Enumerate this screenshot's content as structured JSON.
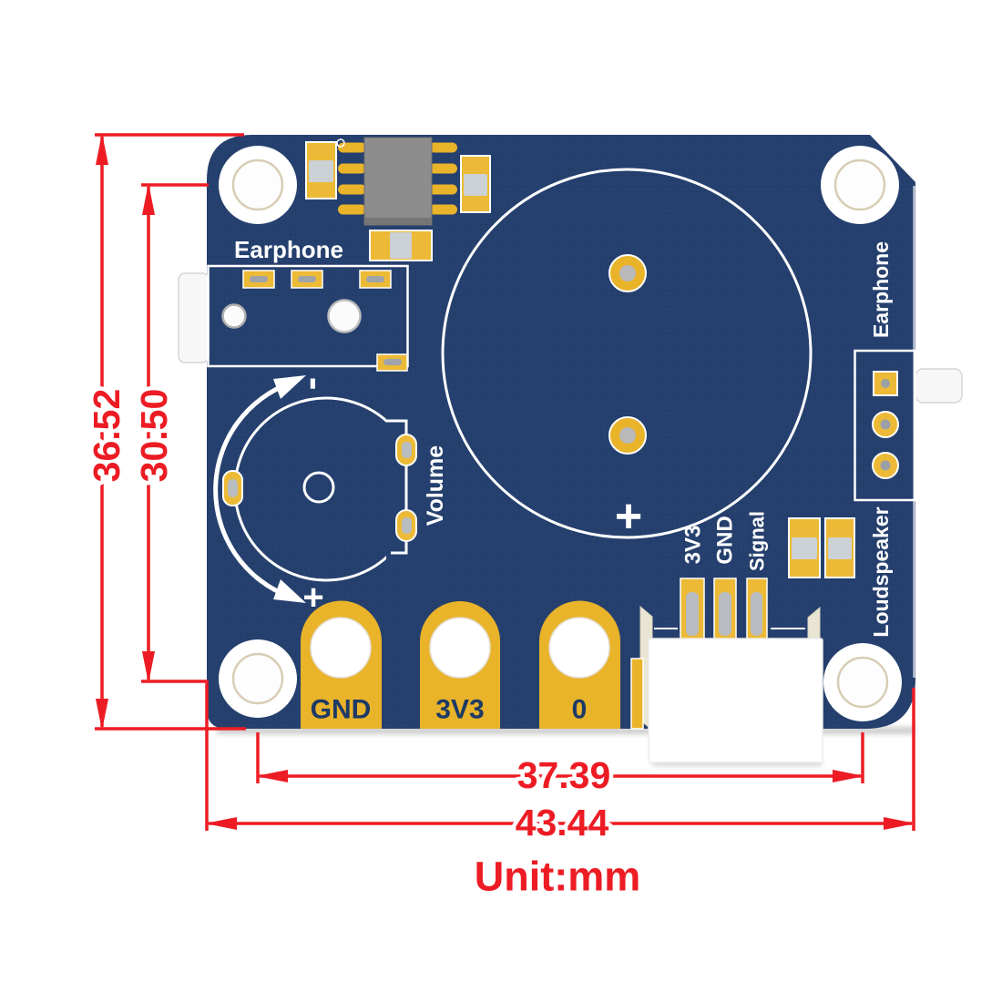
{
  "dimensions": {
    "height_outer": "36.52",
    "height_holes": "30.50",
    "width_holes": "37.39",
    "width_outer": "43.44",
    "unit_note": "Unit:mm"
  },
  "silkscreen": {
    "earphone_top": "Earphone",
    "earphone_right": "Earphone",
    "volume": "Volume",
    "loudspeaker": "Loudspeaker",
    "pin_labels": [
      "3V3",
      "GND",
      "Signal"
    ],
    "pad_labels": [
      "GND",
      "3V3",
      "0"
    ],
    "plus": "+",
    "minus": "-"
  },
  "icons": {
    "volume-rotation-arrow": "curved double arrow",
    "volume-plus-mark": "+",
    "volume-minus-mark": "-",
    "buzzer-plus-mark": "+"
  },
  "colors": {
    "board_navy": "#26416f",
    "pad_gold": "#e9b32a",
    "silkscreen_white": "#ffffff",
    "dimension_red": "#ed1c24",
    "chip_gray": "#8d8d8d"
  }
}
